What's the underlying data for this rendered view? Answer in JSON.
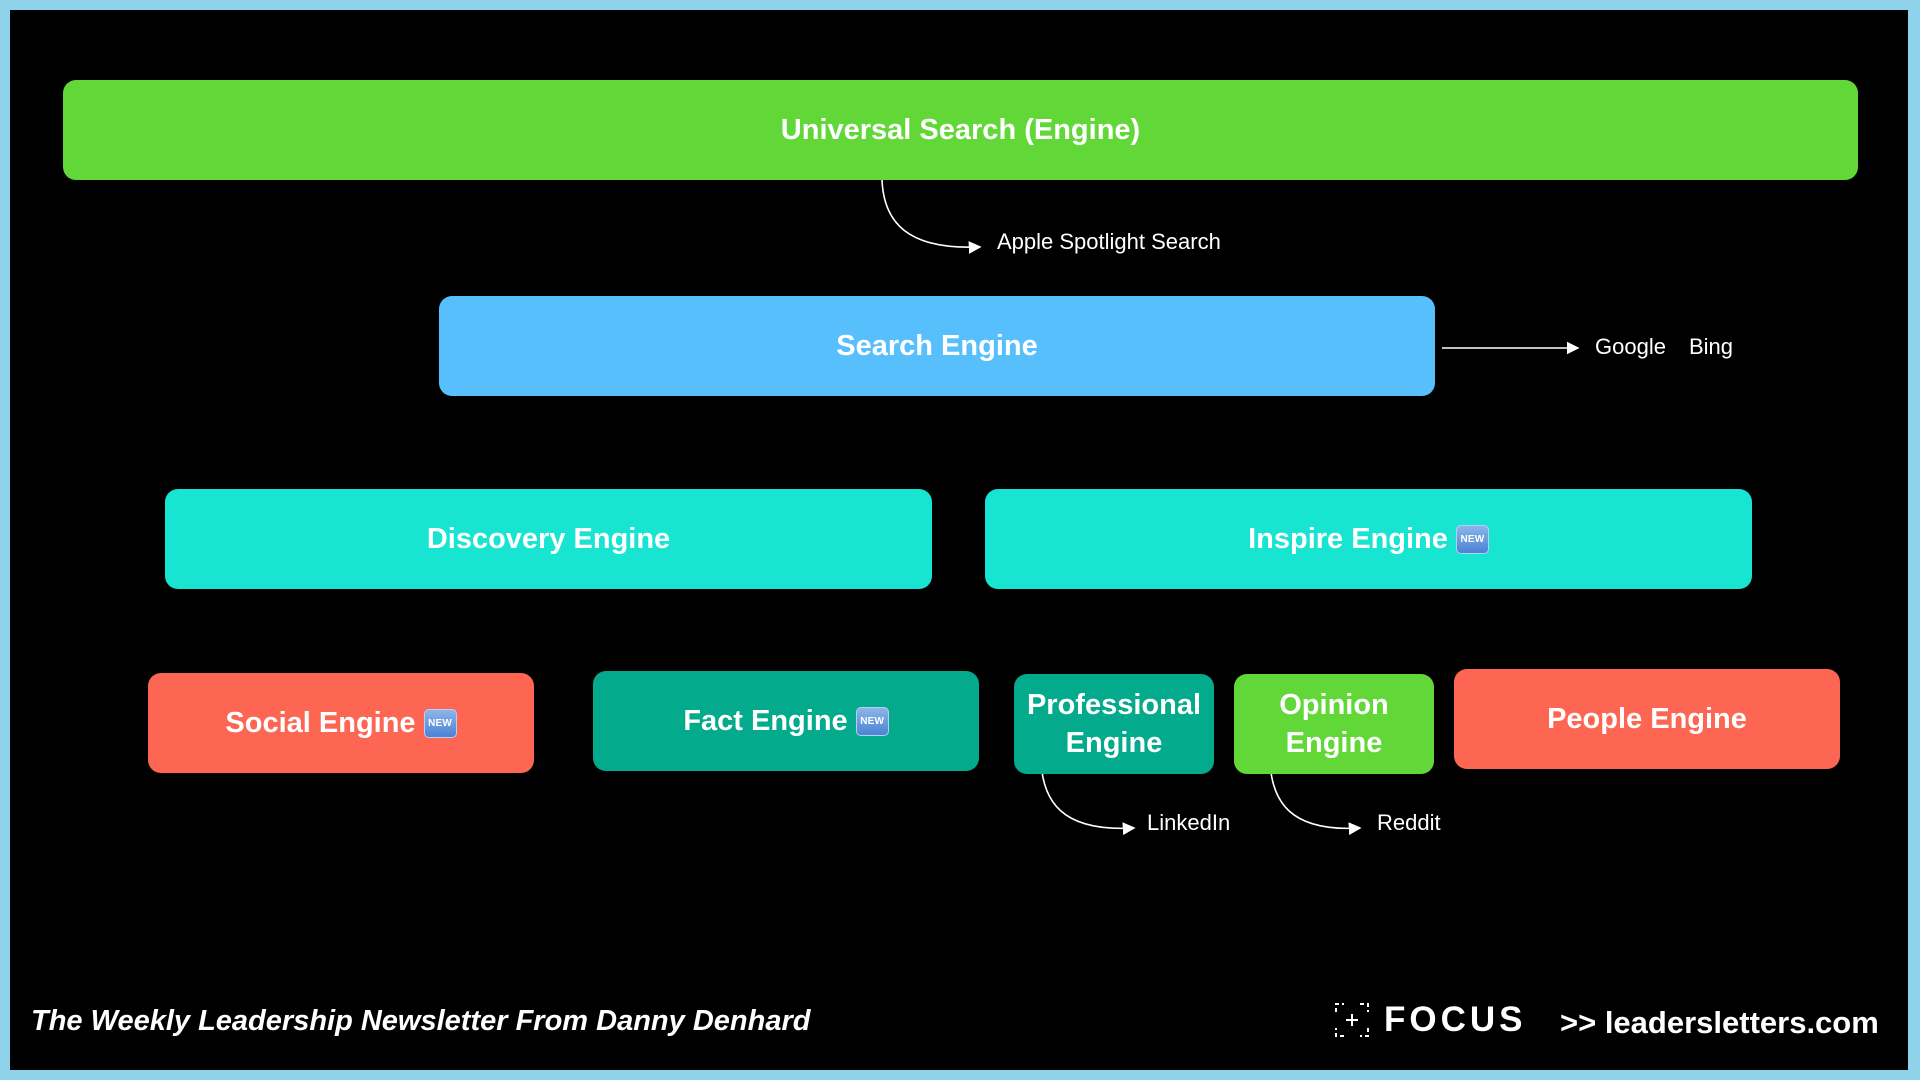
{
  "diagram": {
    "universal": {
      "label": "Universal Search (Engine)",
      "color": "#62d838"
    },
    "spotlight": {
      "label": "Apple Spotlight Search"
    },
    "search": {
      "label": "Search Engine",
      "color": "#56bffc"
    },
    "search_examples": [
      "Google",
      "Bing"
    ],
    "discovery": {
      "label": "Discovery Engine",
      "color": "#18e4d2"
    },
    "inspire": {
      "label": "Inspire Engine",
      "badge": "NEW",
      "color": "#18e4d2"
    },
    "social": {
      "label": "Social Engine",
      "badge": "NEW",
      "color": "#fd6652"
    },
    "fact": {
      "label": "Fact Engine",
      "badge": "NEW",
      "color": "#03aa8c"
    },
    "professional": {
      "line1": "Professional",
      "line2": "Engine",
      "example": "LinkedIn",
      "color": "#03aa8c"
    },
    "opinion": {
      "line1": "Opinion",
      "line2": "Engine",
      "example": "Reddit",
      "color": "#62d838"
    },
    "people": {
      "label": "People Engine",
      "color": "#fd6652"
    }
  },
  "footer": {
    "tagline": "The Weekly Leadership Newsletter From Danny Denhard",
    "brand": "FOCUS",
    "site": ">> leadersletters.com"
  }
}
